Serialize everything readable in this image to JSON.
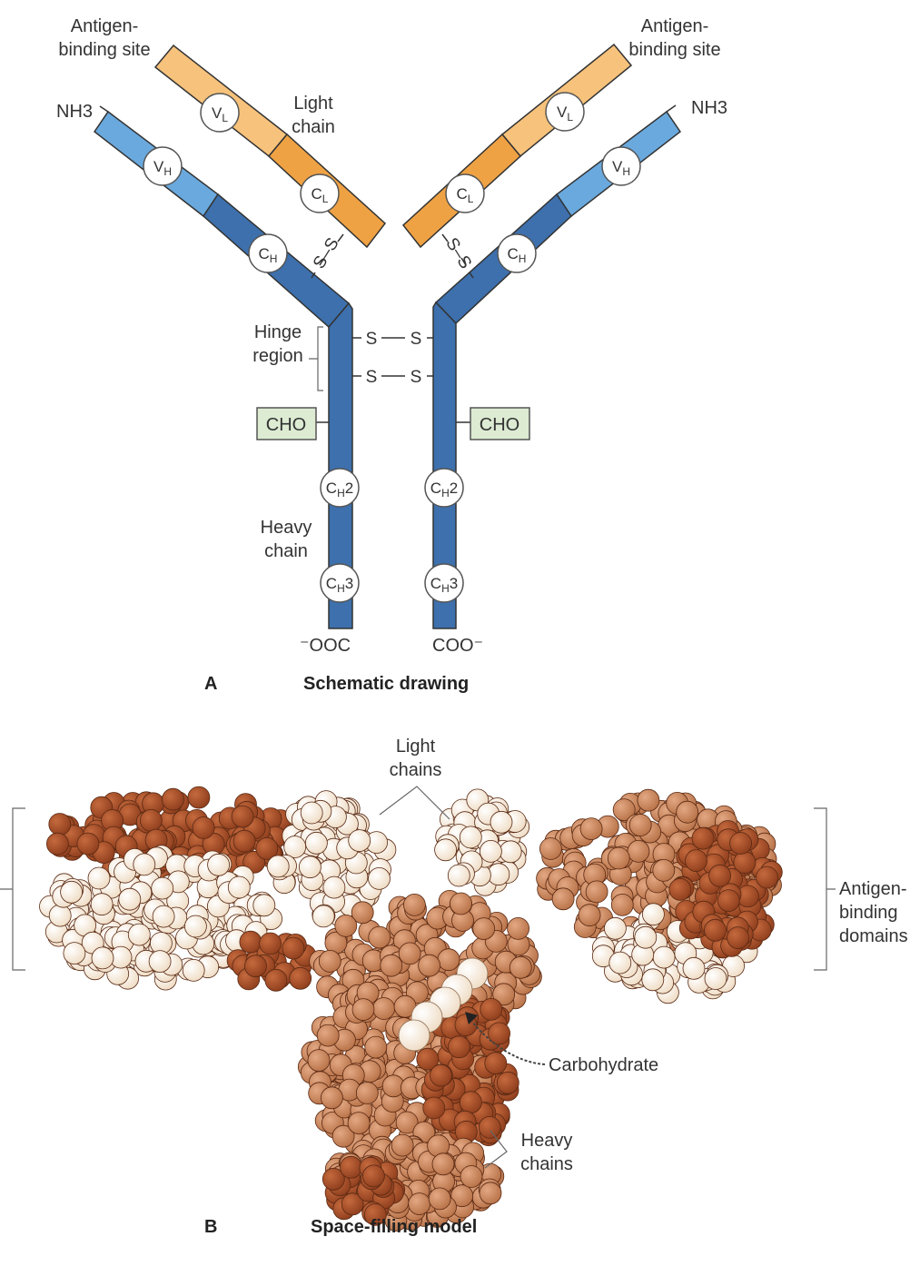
{
  "panel_a": {
    "letter": "A",
    "caption": "Schematic drawing",
    "antigen_site_left": "Antigen-binding site",
    "antigen_site_right": "Antigen-binding site",
    "nh3_left": "NH3",
    "nh3_right": "NH3",
    "light_chain": "Light chain",
    "hinge_region": "Hinge region",
    "heavy_chain": "Heavy chain",
    "cho_left": "CHO",
    "cho_right": "CHO",
    "coo_left": "⁻OOC",
    "coo_right": "COO⁻",
    "domain_vl": "VL",
    "domain_cl": "CL",
    "domain_vh": "VH",
    "domain_ch": "CH",
    "domain_ch2": "CH2",
    "domain_ch3": "CH3",
    "disulfide": "S–S",
    "s": "S"
  },
  "panel_b": {
    "letter": "B",
    "caption": "Space-filling model",
    "light_chains": "Light chains",
    "antigen_binding_domains": "Antigen-binding domains",
    "carbohydrate": "Carbohydrate",
    "heavy_chains": "Heavy chains"
  },
  "colors": {
    "heavy_dark": "#3d70ad",
    "heavy_light": "#6aa9dd",
    "light_dark": "#efa244",
    "light_light": "#f7c27b",
    "cho_fill": "#dcebd2",
    "atom_dark": "#a84f2a",
    "atom_mid": "#cf8b5f",
    "atom_light": "#fbf1e4"
  }
}
